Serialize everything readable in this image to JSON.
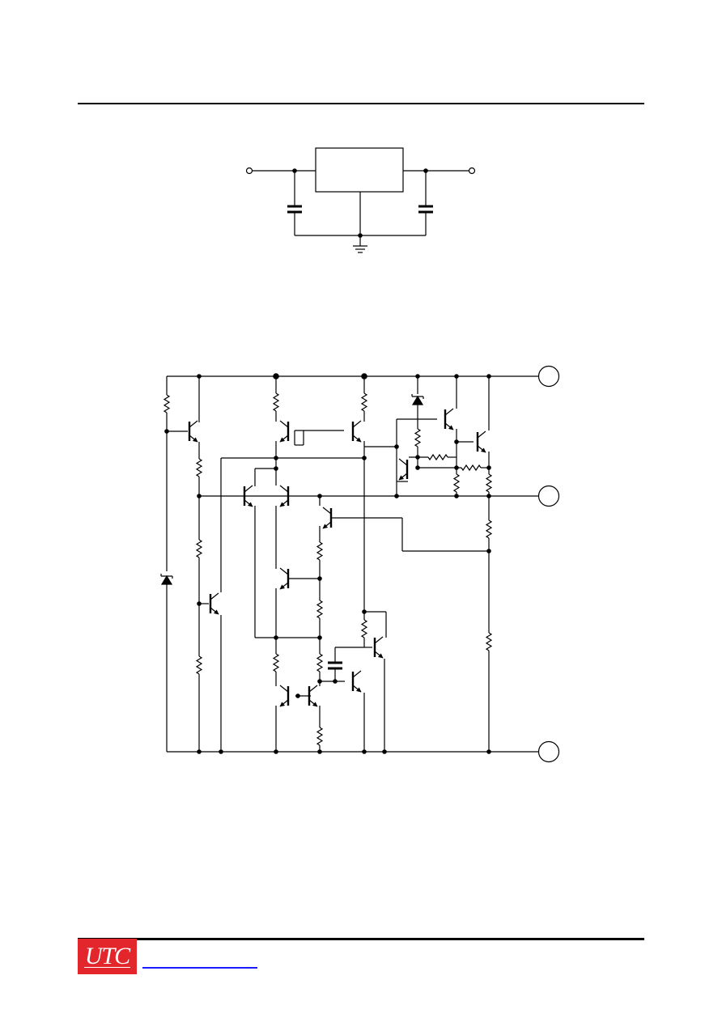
{
  "logo": {
    "text": "UTC",
    "color": "#e3262c",
    "text_color": "#ffffff"
  },
  "link_color": "#1a1aff",
  "diagrams": [
    "application-circuit",
    "schematic-diagram"
  ]
}
